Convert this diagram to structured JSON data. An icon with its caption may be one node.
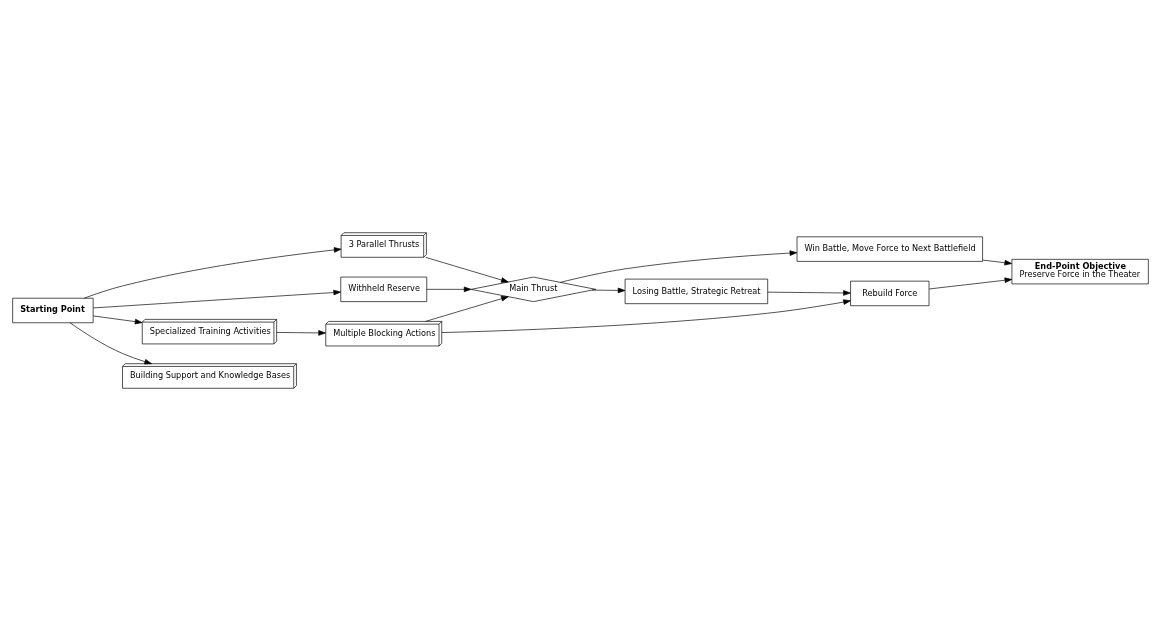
{
  "diagram": {
    "nodes": [
      {
        "text": [
          "Starting Point"
        ]
      },
      {
        "text": [
          "Withheld Reserve"
        ]
      },
      {
        "text": [
          "Specialized Training Activities"
        ]
      },
      {
        "text": [
          "3 Parallel Thrusts"
        ]
      },
      {
        "text": [
          "Main Thrust"
        ]
      },
      {
        "text": [
          "Win Battle, Move Force to Next Battlefield"
        ]
      },
      {
        "text": [
          "Building Support and Knowledge Bases"
        ]
      },
      {
        "text": [
          "Multiple Blocking Actions"
        ]
      },
      {
        "text": [
          "Losing Battle, Strategic Retreat"
        ]
      },
      {
        "text": [
          "Rebuild Force"
        ]
      },
      {
        "text": [
          "End-Point Objective",
          "Preserve Force in the Theater"
        ]
      }
    ],
    "edges": [
      {
        "from": 0,
        "to": 1,
        "arrow": "to"
      },
      {
        "from": 0,
        "to": 2,
        "arrow": "to"
      },
      {
        "from": 0,
        "to": 3,
        "arrow": "to"
      },
      {
        "from": 0,
        "to": 6,
        "arrow": "to"
      },
      {
        "from": 1,
        "to": 4,
        "arrow": "to"
      },
      {
        "from": 2,
        "to": 7,
        "arrow": "to"
      },
      {
        "from": 3,
        "to": 4,
        "arrow": "to"
      },
      {
        "from": 7,
        "to": 4,
        "arrow": "to"
      },
      {
        "from": 7,
        "to": 9,
        "arrow": "to"
      },
      {
        "from": 4,
        "to": 5,
        "arrow": "to"
      },
      {
        "from": 4,
        "to": 8,
        "arrow": "to"
      },
      {
        "from": 8,
        "to": 9,
        "arrow": "to"
      },
      {
        "from": 5,
        "to": 10,
        "arrow": "to"
      },
      {
        "from": 9,
        "to": 10,
        "arrow": "to"
      }
    ]
  }
}
